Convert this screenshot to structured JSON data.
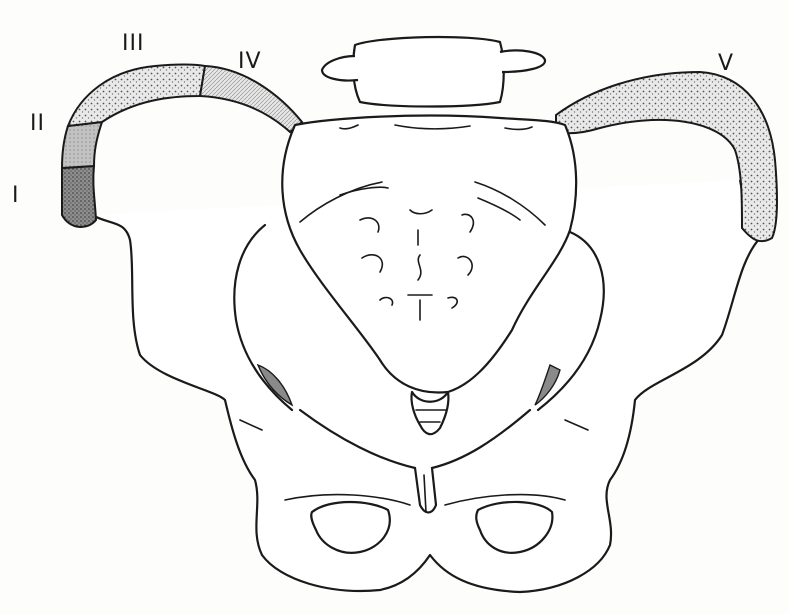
{
  "labels": {
    "zone_1": "I",
    "zone_2": "II",
    "zone_3": "III",
    "zone_4": "IV",
    "zone_5": "V"
  },
  "colors": {
    "ink": "#1a1a1a",
    "shade_zone_1": "#9a9a9a",
    "shade_zone_2": "#c4c4c4",
    "shade_zone_3": "#cfcfcf",
    "shade_zone_4": "#dedede",
    "shade_zone_5": "#d4d4d4"
  }
}
